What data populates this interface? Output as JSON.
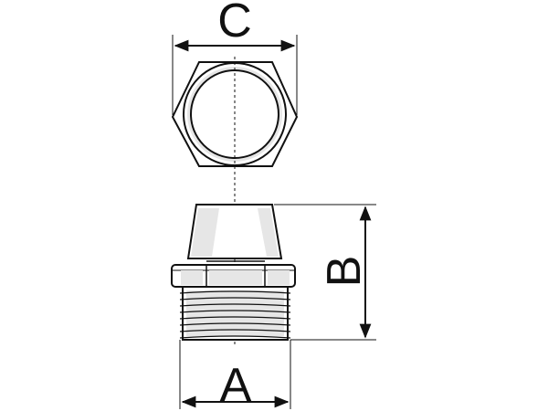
{
  "diagram": {
    "dimension_labels": {
      "top_width": "C",
      "height": "B",
      "bottom_width": "A"
    },
    "colors": {
      "line": "#111111",
      "shade": "#e6e6e6",
      "background": "#ffffff"
    }
  }
}
